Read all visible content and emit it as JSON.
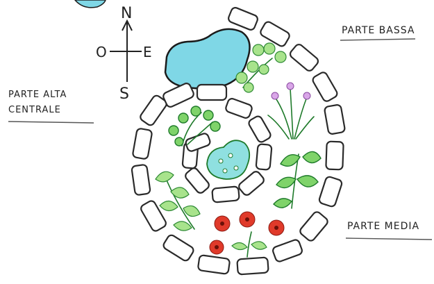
{
  "compass": {
    "north": "N",
    "south": "S",
    "east": "E",
    "west": "O"
  },
  "labels": {
    "parte_bassa": "PARTE BASSA",
    "parte_alta_line1": "PARTE ALTA",
    "parte_alta_line2": "CENTRALE",
    "parte_media": "PARTE MEDIA"
  },
  "colors": {
    "pond": "#7fd7e6",
    "pond_outline": "#1b1b1b",
    "plant_green": "#7fd36a",
    "flower_red": "#e03a2a",
    "flower_pink": "#d9a6e8",
    "stone_outline": "#2a2a2a"
  },
  "icons": [
    "compass-rose-icon",
    "pond-icon",
    "stone-icon",
    "herb-plant-icon",
    "red-flower-icon",
    "grass-tuft-icon"
  ]
}
